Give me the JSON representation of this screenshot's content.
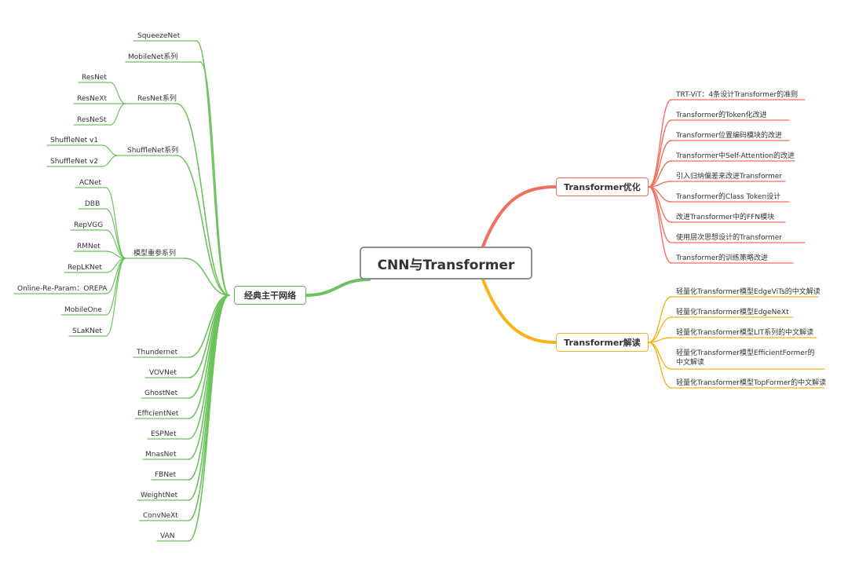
{
  "root": {
    "label": "CNN与Transformer"
  },
  "colors": {
    "classic": "#6cc25d",
    "optimize": "#f07060",
    "interpret": "#f7b319",
    "root_border": "#8a8f98"
  },
  "classic": {
    "label": "经典主干网络",
    "squeezenet": "SqueezeNet",
    "mobilenet": "MobileNet系列",
    "resnet_group": {
      "label": "ResNet系列",
      "items": [
        "ResNet",
        "ResNeXt",
        "ResNeSt"
      ]
    },
    "shufflenet_group": {
      "label": "ShuffleNet系列",
      "items": [
        "ShuffleNet v1",
        "ShuffleNet v2"
      ]
    },
    "reparam_group": {
      "label": "模型重参系列",
      "items": [
        "ACNet",
        "DBB",
        "RepVGG",
        "RMNet",
        "RepLKNet",
        "Online-Re-Param：OREPA",
        "MobileOne",
        "SLaKNet"
      ]
    },
    "others": [
      "Thundernet",
      "VOVNet",
      "GhostNet",
      "EfficientNet",
      "ESPNet",
      "MnasNet",
      "FBNet",
      "WeightNet",
      "ConvNeXt",
      "VAN"
    ]
  },
  "optimize": {
    "label": "Transformer优化",
    "items": [
      "TRT-ViT：4条设计Transformer的准则",
      "Transformer的Token化改进",
      "Transformer位置编码模块的改进",
      "Transformer中Self-Attention的改进",
      "引入归纳偏差来改进Transformer",
      "Transformer的Class Token设计",
      "改进Transformer中的FFN模块",
      "使用层次思想设计的Transformer",
      "Transformer的训练策略改进"
    ]
  },
  "interpret": {
    "label": "Transformer解读",
    "items": [
      "轻量化Transformer模型EdgeViTs的中文解读",
      "轻量化Transformer模型EdgeNeXt",
      "轻量化Transformer模型LIT系列的中文解读",
      "轻量化Transformer模型EfficientFormer的中文解读",
      "轻量化Transformer模型TopFormer的中文解读"
    ]
  }
}
